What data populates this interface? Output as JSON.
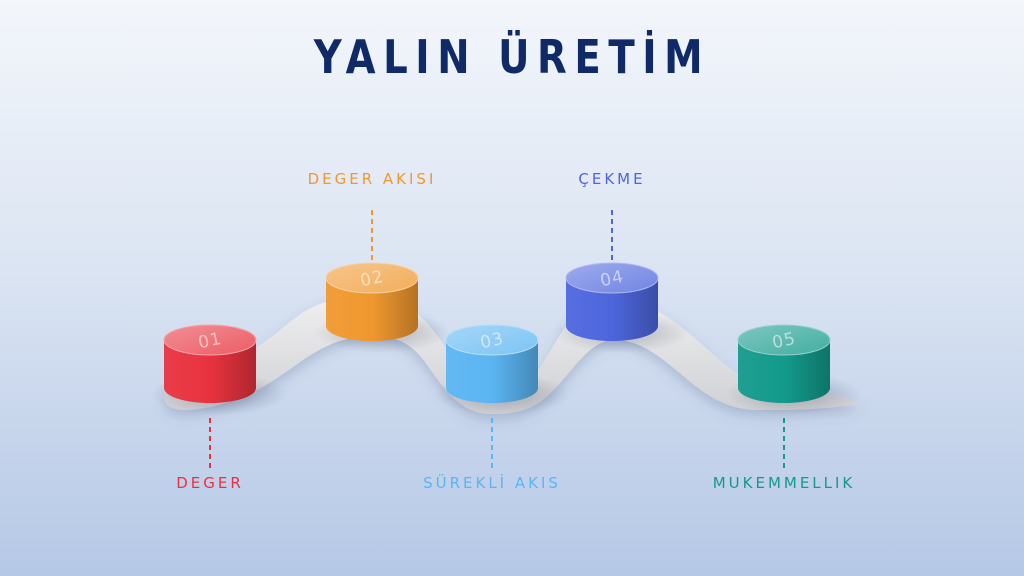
{
  "slide": {
    "title": "YALIN ÜRETİM"
  },
  "steps": [
    {
      "number": "01",
      "label": "DEGER",
      "color": "#e8333f"
    },
    {
      "number": "02",
      "label": "DEGER AKISI",
      "color": "#f0982f"
    },
    {
      "number": "03",
      "label": "SÜREKLİ AKIS",
      "color": "#5bb5f2"
    },
    {
      "number": "04",
      "label": "ÇEKME",
      "color": "#4d66dd"
    },
    {
      "number": "05",
      "label": "MUKEMMELLIK",
      "color": "#139a8b"
    }
  ]
}
